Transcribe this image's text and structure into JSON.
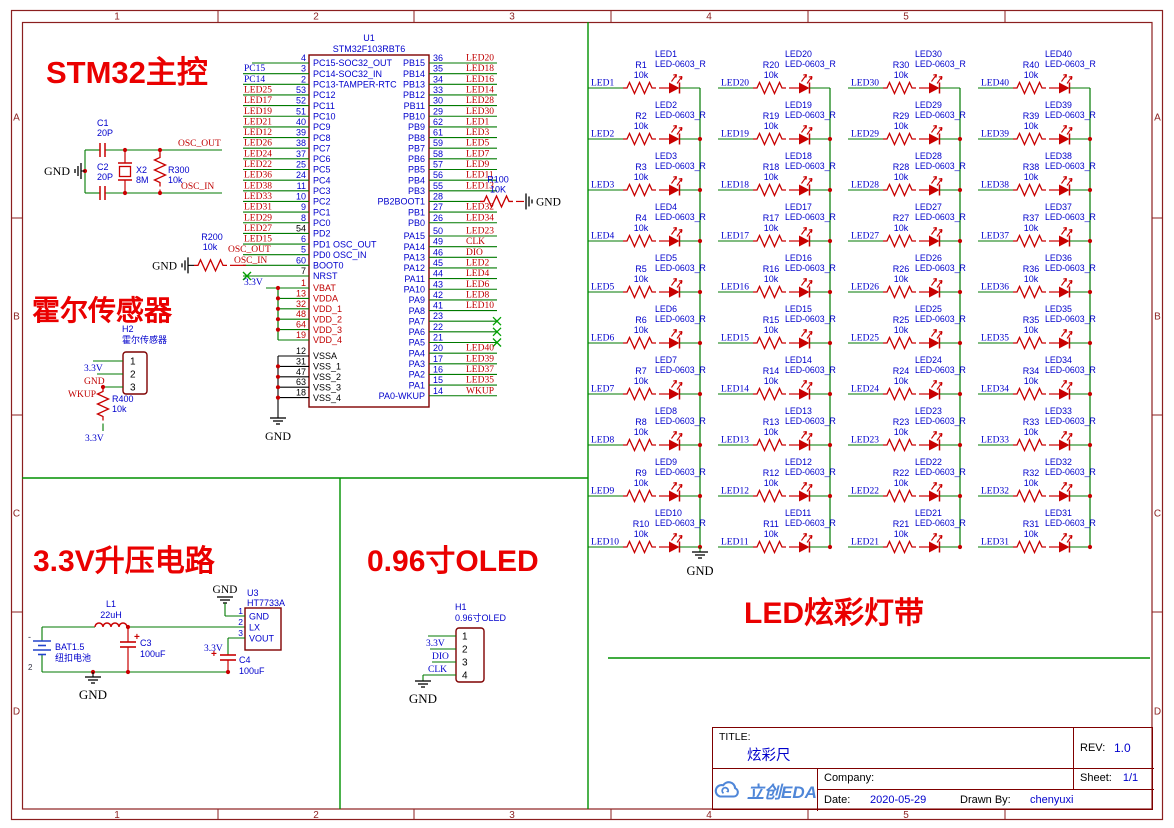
{
  "colors": {
    "wire": "#007a00",
    "component": "#c80000",
    "outline": "#7f0000",
    "blue": "#0000cc",
    "red_label": "#c00000",
    "black": "#000000",
    "frame": "#8b1f1f",
    "title_red": "#ea0000",
    "logo_blue": "#4f86d8",
    "nc_green": "#00a000"
  },
  "gnd_label": "GND",
  "border": {
    "cols": [
      "1",
      "2",
      "3",
      "4",
      "5"
    ],
    "rows": [
      "A",
      "B",
      "C",
      "D"
    ]
  },
  "section_titles": {
    "stm32": "STM32主控",
    "hall": "霍尔传感器",
    "boost": "3.3V升压电路",
    "oled": "0.96寸OLED",
    "led": "LED炫彩灯带"
  },
  "u1": {
    "ref": "U1",
    "part": "STM32F103RBT6",
    "vdd_net": "3.3V",
    "left_pins": [
      {
        "num": "4",
        "name": "PC15-SOC32_OUT",
        "net": ""
      },
      {
        "num": "3",
        "name": "PC14-SOC32_IN",
        "net": "PC15",
        "net_color": "blue"
      },
      {
        "num": "2",
        "name": "PC13-TAMPER-RTC",
        "net": "PC14",
        "net_color": "blue"
      },
      {
        "num": "53",
        "name": "PC12",
        "net": "LED25",
        "net_color": "red"
      },
      {
        "num": "52",
        "name": "PC11",
        "net": "LED17",
        "net_color": "red"
      },
      {
        "num": "51",
        "name": "PC10",
        "net": "LED19",
        "net_color": "red"
      },
      {
        "num": "40",
        "name": "PC9",
        "net": "LED21",
        "net_color": "red"
      },
      {
        "num": "39",
        "name": "PC8",
        "net": "LED12",
        "net_color": "red"
      },
      {
        "num": "38",
        "name": "PC7",
        "net": "LED26",
        "net_color": "red"
      },
      {
        "num": "37",
        "name": "PC6",
        "net": "LED24",
        "net_color": "red"
      },
      {
        "num": "25",
        "name": "PC5",
        "net": "LED22",
        "net_color": "red"
      },
      {
        "num": "24",
        "name": "PC4",
        "net": "LED36",
        "net_color": "red"
      },
      {
        "num": "11",
        "name": "PC3",
        "net": "LED38",
        "net_color": "red"
      },
      {
        "num": "10",
        "name": "PC2",
        "net": "LED33",
        "net_color": "red"
      },
      {
        "num": "9",
        "name": "PC1",
        "net": "LED31",
        "net_color": "red"
      },
      {
        "num": "8",
        "name": "PC0",
        "net": "LED29",
        "net_color": "red"
      },
      {
        "num": "54",
        "name": "PD2",
        "net": "LED27",
        "net_color": "red",
        "num_color": "black"
      },
      {
        "num": "6",
        "name": "PD1 OSC_OUT",
        "net": "LED15",
        "net_color": "red"
      },
      {
        "num": "5",
        "name": "PD0 OSC_IN",
        "net": "OSC_OUT",
        "net_color": "red"
      },
      {
        "num": "60",
        "name": "BOOT0",
        "net": "OSC_IN",
        "net_color": "red"
      },
      {
        "num": "7",
        "name": "NRST",
        "net": "x",
        "num_color": "black"
      }
    ],
    "power_pins": [
      {
        "num": "1",
        "name": "VBAT"
      },
      {
        "num": "13",
        "name": "VDDA"
      },
      {
        "num": "32",
        "name": "VDD_1"
      },
      {
        "num": "48",
        "name": "VDD_2"
      },
      {
        "num": "64",
        "name": "VDD_3"
      },
      {
        "num": "19",
        "name": "VDD_4"
      }
    ],
    "gnd_pins": [
      {
        "num": "12",
        "name": "VSSA"
      },
      {
        "num": "31",
        "name": "VSS_1"
      },
      {
        "num": "47",
        "name": "VSS_2"
      },
      {
        "num": "63",
        "name": "VSS_3"
      },
      {
        "num": "18",
        "name": "VSS_4"
      }
    ],
    "right_pins_b": [
      {
        "num": "36",
        "name": "PB15",
        "net": "LED20"
      },
      {
        "num": "35",
        "name": "PB14",
        "net": "LED18"
      },
      {
        "num": "34",
        "name": "PB13",
        "net": "LED16"
      },
      {
        "num": "33",
        "name": "PB12",
        "net": "LED14"
      },
      {
        "num": "30",
        "name": "PB11",
        "net": "LED28"
      },
      {
        "num": "29",
        "name": "PB10",
        "net": "LED30"
      },
      {
        "num": "62",
        "name": "PB9",
        "net": "LED1"
      },
      {
        "num": "61",
        "name": "PB8",
        "net": "LED3"
      },
      {
        "num": "59",
        "name": "PB7",
        "net": "LED5"
      },
      {
        "num": "58",
        "name": "PB6",
        "net": "LED7"
      },
      {
        "num": "57",
        "name": "PB5",
        "net": "LED9"
      },
      {
        "num": "56",
        "name": "PB4",
        "net": "LED11"
      },
      {
        "num": "55",
        "name": "PB3",
        "net": "LED13"
      },
      {
        "num": "28",
        "name": "PB2BOOT1",
        "net": "R100_GND"
      },
      {
        "num": "27",
        "name": "PB1",
        "net": "LED32"
      },
      {
        "num": "26",
        "name": "PB0",
        "net": "LED34"
      }
    ],
    "right_pins_a": [
      {
        "num": "50",
        "name": "PA15",
        "net": "LED23"
      },
      {
        "num": "49",
        "name": "PA14",
        "net": "CLK"
      },
      {
        "num": "46",
        "name": "PA13",
        "net": "DIO"
      },
      {
        "num": "45",
        "name": "PA12",
        "net": "LED2"
      },
      {
        "num": "44",
        "name": "PA11",
        "net": "LED4"
      },
      {
        "num": "43",
        "name": "PA10",
        "net": "LED6"
      },
      {
        "num": "42",
        "name": "PA9",
        "net": "LED8"
      },
      {
        "num": "41",
        "name": "PA8",
        "net": "LED10"
      },
      {
        "num": "23",
        "name": "PA7",
        "net": "x"
      },
      {
        "num": "22",
        "name": "PA6",
        "net": "x"
      },
      {
        "num": "21",
        "name": "PA5",
        "net": "x"
      },
      {
        "num": "20",
        "name": "PA4",
        "net": "LED40"
      },
      {
        "num": "17",
        "name": "PA3",
        "net": "LED39"
      },
      {
        "num": "16",
        "name": "PA2",
        "net": "LED37"
      },
      {
        "num": "15",
        "name": "PA1",
        "net": "LED35"
      },
      {
        "num": "14",
        "name": "PA0-WKUP",
        "net": "WKUP"
      }
    ]
  },
  "osc": {
    "c1": {
      "ref": "C1",
      "val": "20P"
    },
    "c2": {
      "ref": "C2",
      "val": "20P"
    },
    "x2": {
      "ref": "X2",
      "val": "8M"
    },
    "r300": {
      "ref": "R300",
      "val": "10k"
    },
    "net_out": "OSC_OUT",
    "net_in": "OSC_IN"
  },
  "r200": {
    "ref": "R200",
    "val": "10k",
    "net_out": "OSC_OUT",
    "net_in": "OSC_IN"
  },
  "r100": {
    "ref": "R100",
    "val": "10K"
  },
  "hall": {
    "ref": "H2",
    "part": "霍尔传感器",
    "pins": [
      "1",
      "2",
      "3"
    ],
    "nets": {
      "v33": "3.3V",
      "gnd": "GND",
      "wkup": "WKUP",
      "pull": "3.3V"
    },
    "r400": {
      "ref": "R400",
      "val": "10k"
    }
  },
  "boost": {
    "bat": {
      "ref": "BAT1.5",
      "val": "纽扣电池",
      "minus": "-",
      "pin2": "2"
    },
    "l1": {
      "ref": "L1",
      "val": "22uH"
    },
    "c3": {
      "ref": "C3",
      "val": "100uF",
      "plus": "+"
    },
    "c4": {
      "ref": "C4",
      "val": "100uF",
      "plus": "+"
    },
    "u3": {
      "ref": "U3",
      "part": "HT7733A",
      "pins": [
        {
          "num": "1",
          "name": "GND"
        },
        {
          "num": "2",
          "name": "LX"
        },
        {
          "num": "3",
          "name": "VOUT"
        }
      ]
    },
    "nets": {
      "v33": "3.3V"
    }
  },
  "oled": {
    "ref": "H1",
    "part": "0.96寸OLED",
    "pins": [
      "1",
      "2",
      "3",
      "4"
    ],
    "nets": [
      "3.3V",
      "DIO",
      "CLK"
    ]
  },
  "led_array": {
    "res_val": "10k",
    "led_part": "LED-0603_R",
    "columns": [
      {
        "nets": [
          "LED1",
          "LED2",
          "LED3",
          "LED4",
          "LED5",
          "LED6",
          "LED7",
          "LED8",
          "LED9",
          "LED10"
        ],
        "resistors": [
          "R1",
          "R2",
          "R3",
          "R4",
          "R5",
          "R6",
          "R7",
          "R8",
          "R9",
          "R10"
        ]
      },
      {
        "nets": [
          "LED20",
          "LED19",
          "LED18",
          "LED17",
          "LED16",
          "LED15",
          "LED14",
          "LED13",
          "LED12",
          "LED11"
        ],
        "resistors": [
          "R20",
          "R19",
          "R18",
          "R17",
          "R16",
          "R15",
          "R14",
          "R13",
          "R12",
          "R11"
        ]
      },
      {
        "nets": [
          "LED30",
          "LED29",
          "LED28",
          "LED27",
          "LED26",
          "LED25",
          "LED24",
          "LED23",
          "LED22",
          "LED21"
        ],
        "resistors": [
          "R30",
          "R29",
          "R28",
          "R27",
          "R26",
          "R25",
          "R24",
          "R23",
          "R22",
          "R21"
        ]
      },
      {
        "nets": [
          "LED40",
          "LED39",
          "LED38",
          "LED37",
          "LED36",
          "LED35",
          "LED34",
          "LED33",
          "LED32",
          "LED31"
        ],
        "resistors": [
          "R40",
          "R39",
          "R38",
          "R37",
          "R36",
          "R35",
          "R34",
          "R33",
          "R32",
          "R31"
        ]
      }
    ]
  },
  "title_block": {
    "label_title": "TITLE:",
    "title": "炫彩尺",
    "label_rev": "REV:",
    "rev": "1.0",
    "label_company": "Company:",
    "company": "",
    "label_sheet": "Sheet:",
    "sheet": "1/1",
    "label_date": "Date:",
    "date": "2020-05-29",
    "label_drawn": "Drawn By:",
    "drawn": "chenyuxi",
    "logo_text": "立创EDA"
  }
}
